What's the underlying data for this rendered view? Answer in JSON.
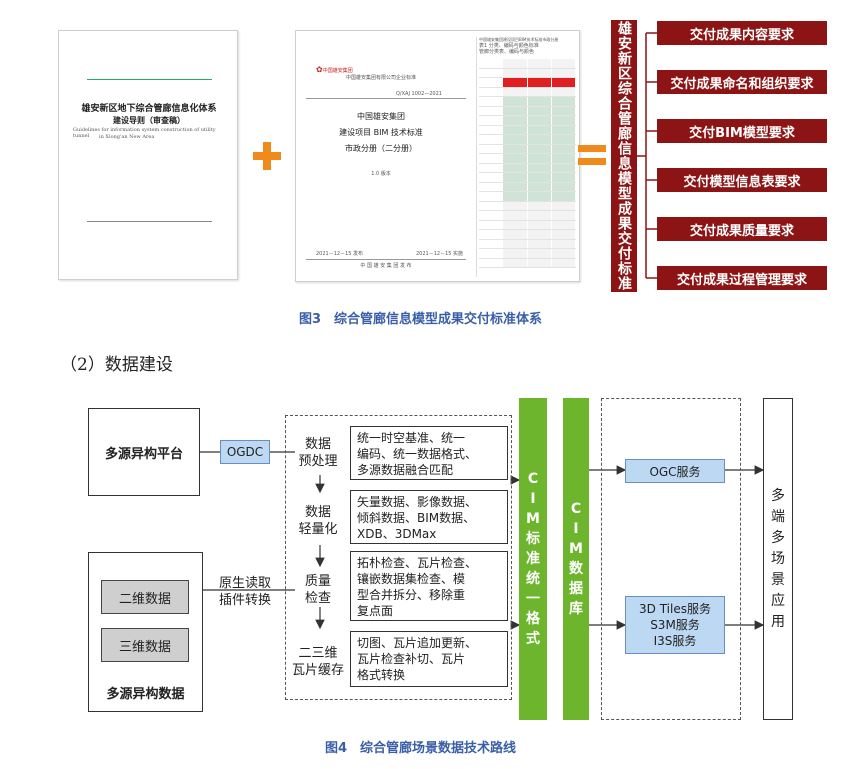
{
  "fig3": {
    "doc1": {
      "title": "雄安新区地下综合管廊信息化体系",
      "subtitle": "建设导则（审查稿）",
      "en1": "Guidelines for information system construction of utility tunnel",
      "en2": "in Xiong'an New Area"
    },
    "doc2": {
      "logo": "中国雄安集团",
      "org_std": "中国雄安集团有限公司企业标准",
      "code": "Q/XAJ 1002—2021",
      "title1": "中国雄安集团",
      "title2": "建设项目 BIM 技术标准",
      "title3": "市政分册（二分册）",
      "version": "1.0 版本",
      "issue": "2021－12－15 发布",
      "impl": "2021－12－15 实施",
      "publisher": "中 国 雄 安 集 团 发 布"
    },
    "doc3": {
      "header": "中国雄安集团建设项目BIM技术标准市政分册",
      "line1": "表1 分类、编码与颜色标准",
      "line2": "管廊分类表、编码与颜色"
    },
    "plus": "+",
    "equals": "=",
    "vertical_title": "雄安新区综合管廊信息模型成果交付标准",
    "requirements": [
      "交付成果内容要求",
      "交付成果命名和组织要求",
      "交付BIM模型要求",
      "交付模型信息表要求",
      "交付成果质量要求",
      "交付成果过程管理要求"
    ],
    "caption": "图3　综合管廊信息模型成果交付标准体系"
  },
  "section_heading": "（2）数据建设",
  "fig4": {
    "multi_source_platform": "多源异构平台",
    "ogdc": "OGDC",
    "read_plugin": [
      "原生读取",
      "插件转换"
    ],
    "data_2d": "二维数据",
    "data_3d": "三维数据",
    "multi_source_data": "多源异构数据",
    "steps": [
      {
        "label": [
          "数据",
          "预处理"
        ],
        "desc": [
          "统一时空基准、统一",
          "编码、统一数据格式、",
          "多源数据融合匹配"
        ]
      },
      {
        "label": [
          "数据",
          "轻量化"
        ],
        "desc": [
          "矢量数据、影像数据、",
          "倾斜数据、BIM数据、",
          "XDB、3DMax"
        ]
      },
      {
        "label": [
          "质量",
          "检查"
        ],
        "desc": [
          "拓朴检查、瓦片检查、",
          "镶嵌数据集检查、模",
          "型合并拆分、移除重",
          "复点面"
        ]
      },
      {
        "label": [
          "二三维",
          "瓦片缓存"
        ],
        "desc": [
          "切图、瓦片追加更新、",
          "瓦片检查补切、瓦片",
          "格式转换"
        ]
      }
    ],
    "cim_standard": [
      "C",
      "I",
      "M",
      "标",
      "准",
      "统",
      "一",
      "格",
      "式"
    ],
    "cim_db": [
      "C",
      "I",
      "M",
      "数",
      "据",
      "库"
    ],
    "ogc_service": "OGC服务",
    "services": [
      "3D Tiles服务",
      "S3M服务",
      "I3S服务"
    ],
    "app": [
      "多",
      "端",
      "多",
      "场",
      "景",
      "应",
      "用"
    ],
    "caption": "图4　综合管廊场景数据技术路线"
  },
  "colors": {
    "accent_red": "#8c1414",
    "plus_orange": "#f08a1c",
    "green": "#6cb52d",
    "blue": "#bcd8f2",
    "caption_blue": "#3a5fa8"
  }
}
